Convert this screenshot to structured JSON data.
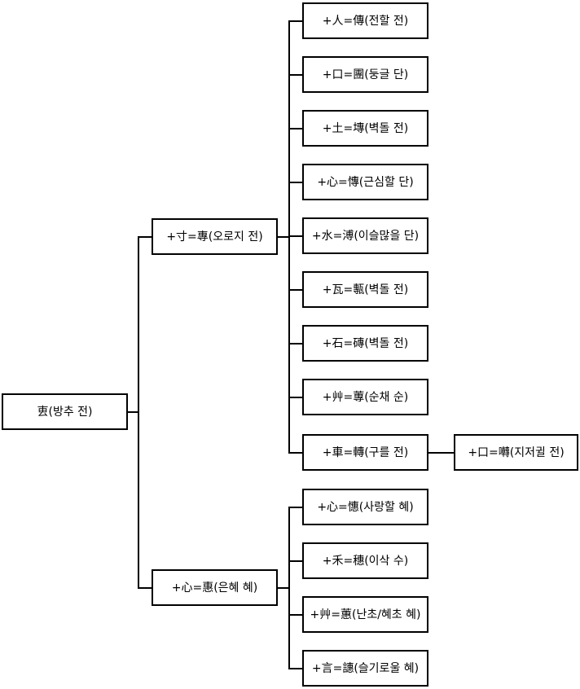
{
  "diagram": {
    "type": "tree",
    "title": "",
    "orientation": "left-to-right",
    "root": {
      "id": "root",
      "label": "叀(방추 전)"
    },
    "level1": [
      {
        "id": "jeon",
        "label": "+寸=專(오로지 전)"
      },
      {
        "id": "hye",
        "label": "+心=惠(은혜 혜)"
      }
    ],
    "jeon_children": [
      {
        "id": "jeon-c1",
        "label": "+人=傳(전할 전)"
      },
      {
        "id": "jeon-c2",
        "label": "+口=團(둥글 단)"
      },
      {
        "id": "jeon-c3",
        "label": "+土=塼(벽돌 전)"
      },
      {
        "id": "jeon-c4",
        "label": "+心=慱(근심할 단)"
      },
      {
        "id": "jeon-c5",
        "label": "+水=溥(이슬많을 단)"
      },
      {
        "id": "jeon-c6",
        "label": "+瓦=甎(벽돌 전)"
      },
      {
        "id": "jeon-c7",
        "label": "+石=磚(벽돌 전)"
      },
      {
        "id": "jeon-c8",
        "label": "+艸=蓴(순채 순)"
      },
      {
        "id": "jeon-c9",
        "label": "+車=轉(구를 전)"
      }
    ],
    "jeon_grandchildren": [
      {
        "id": "jeon-g1",
        "label": "+口=囀(지저귈 전)"
      }
    ],
    "hye_children": [
      {
        "id": "hye-c1",
        "label": "+心=憓(사랑할 혜)"
      },
      {
        "id": "hye-c2",
        "label": "+禾=穗(이삭 수)"
      },
      {
        "id": "hye-c3",
        "label": "+艸=蕙(난초/혜초 혜)"
      },
      {
        "id": "hye-c4",
        "label": "+言=譓(슬기로울 혜)"
      }
    ],
    "colors": {
      "background": "#ffffff",
      "line": "#000000",
      "text": "#000000",
      "node_fill": "#ffffff"
    }
  }
}
